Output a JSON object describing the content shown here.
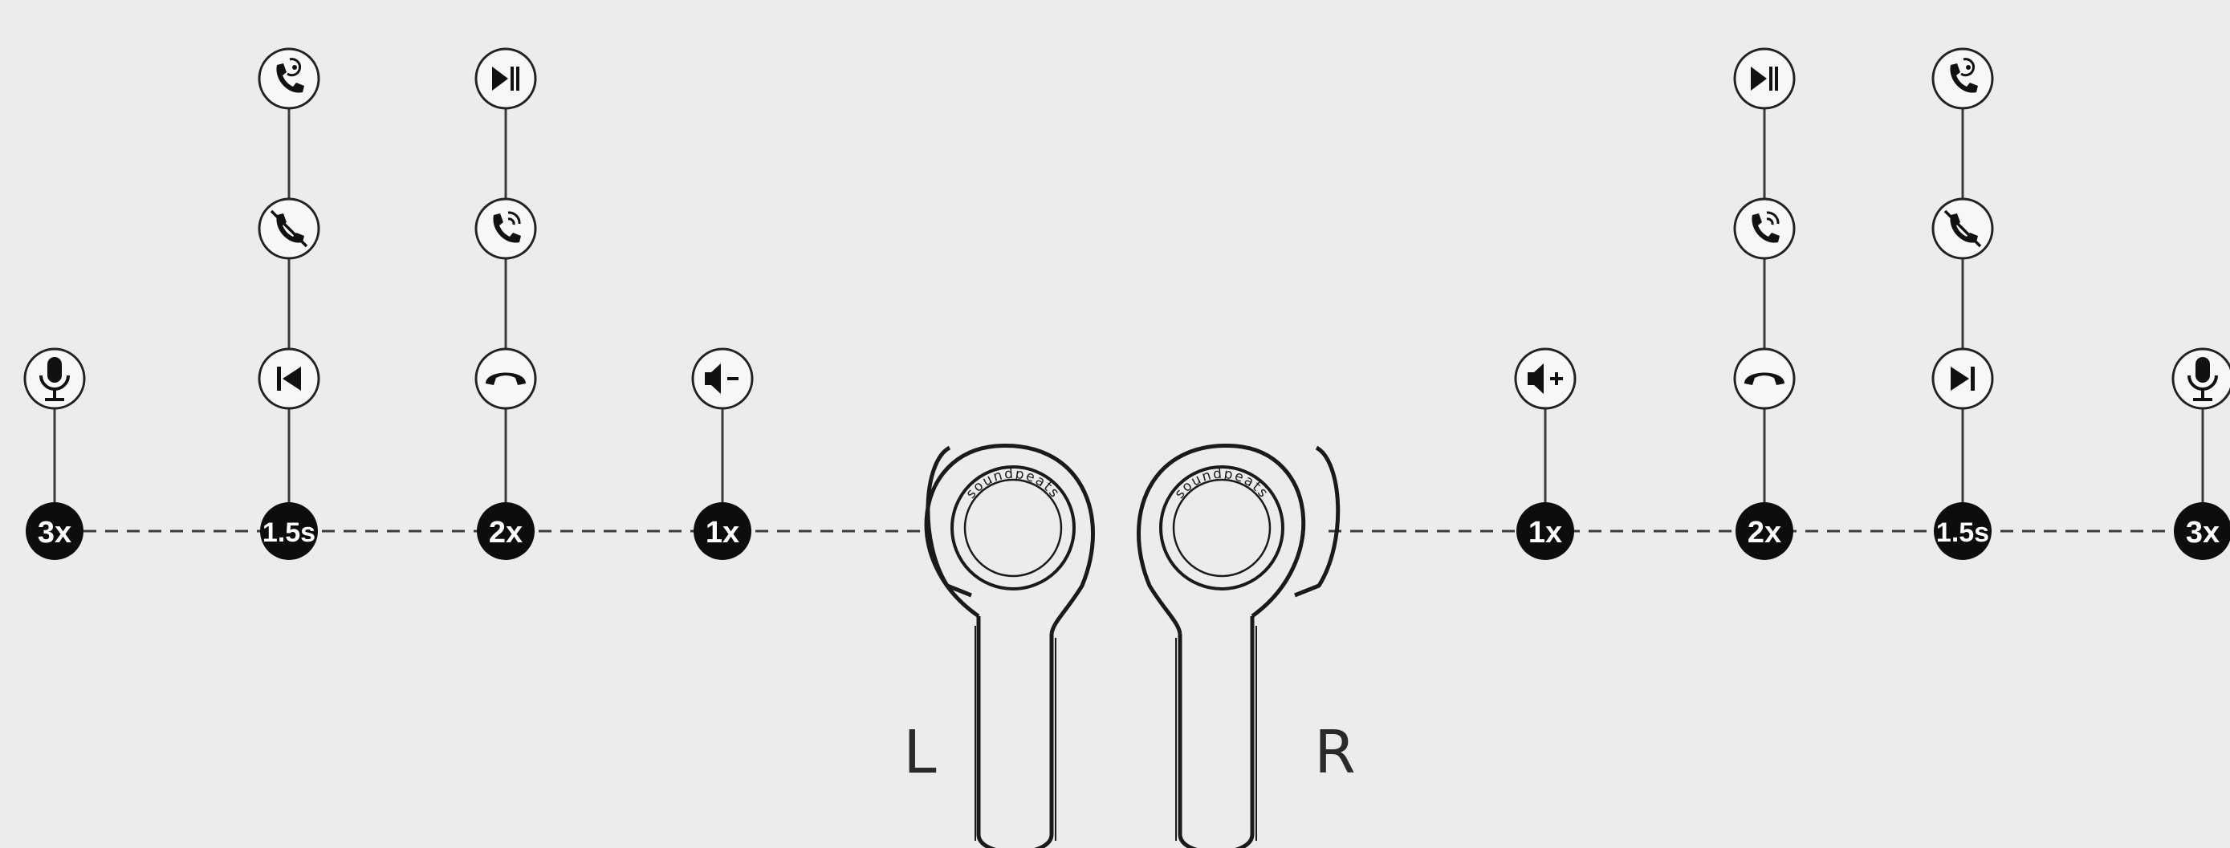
{
  "left": {
    "side_label": "L",
    "controls": [
      {
        "trigger": "3x",
        "icons": [
          "microphone-icon"
        ]
      },
      {
        "trigger": "1.5s",
        "icons": [
          "previous-track-icon",
          "reject-call-icon",
          "voice-assistant-call-icon"
        ]
      },
      {
        "trigger": "2x",
        "icons": [
          "end-call-icon",
          "answer-call-icon",
          "play-pause-icon"
        ]
      },
      {
        "trigger": "1x",
        "icons": [
          "volume-down-icon"
        ]
      }
    ]
  },
  "right": {
    "side_label": "R",
    "controls": [
      {
        "trigger": "1x",
        "icons": [
          "volume-up-icon"
        ]
      },
      {
        "trigger": "2x",
        "icons": [
          "end-call-icon",
          "answer-call-icon",
          "play-pause-icon"
        ]
      },
      {
        "trigger": "1.5s",
        "icons": [
          "next-track-icon",
          "reject-call-icon",
          "voice-assistant-call-icon"
        ]
      },
      {
        "trigger": "3x",
        "icons": [
          "microphone-icon"
        ]
      }
    ]
  },
  "brand_text": "soundpeats",
  "colors": {
    "background": "#ececec",
    "ink": "#111111",
    "line": "#3a3a3a"
  }
}
